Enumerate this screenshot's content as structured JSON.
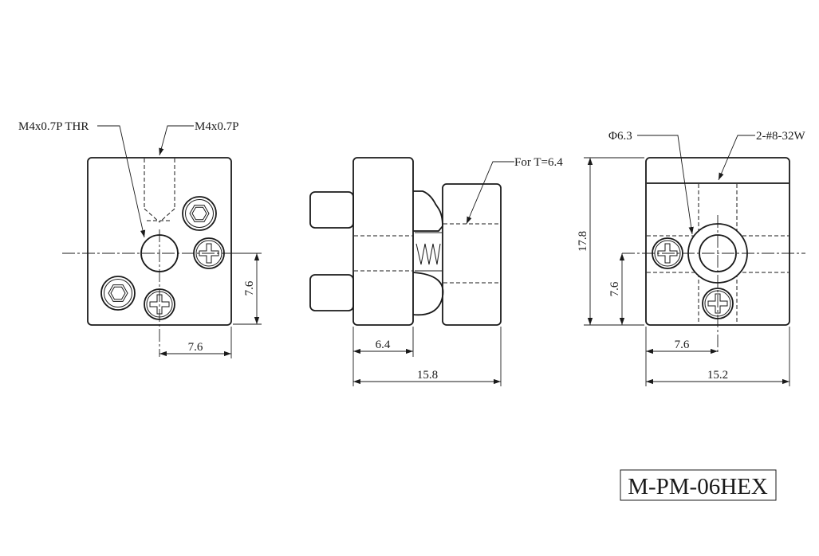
{
  "front_view": {
    "thru_tap_callout": "M4x0.7P THR",
    "tap_callout": "M4x0.7P",
    "dim_vertical": "7.6",
    "dim_horizontal": "7.6"
  },
  "side_view": {
    "note_callout": "For T=6.4",
    "dim_thickness": "6.4",
    "dim_overall_length": "15.8"
  },
  "rear_view": {
    "bore_callout": "Φ6.3",
    "screw_callout": "2-#8-32W",
    "dim_height": "17.8",
    "dim_vertical": "7.6",
    "dim_horizontal": "7.6",
    "dim_width": "15.2"
  },
  "title_block": {
    "part_number": "M-PM-06HEX"
  }
}
